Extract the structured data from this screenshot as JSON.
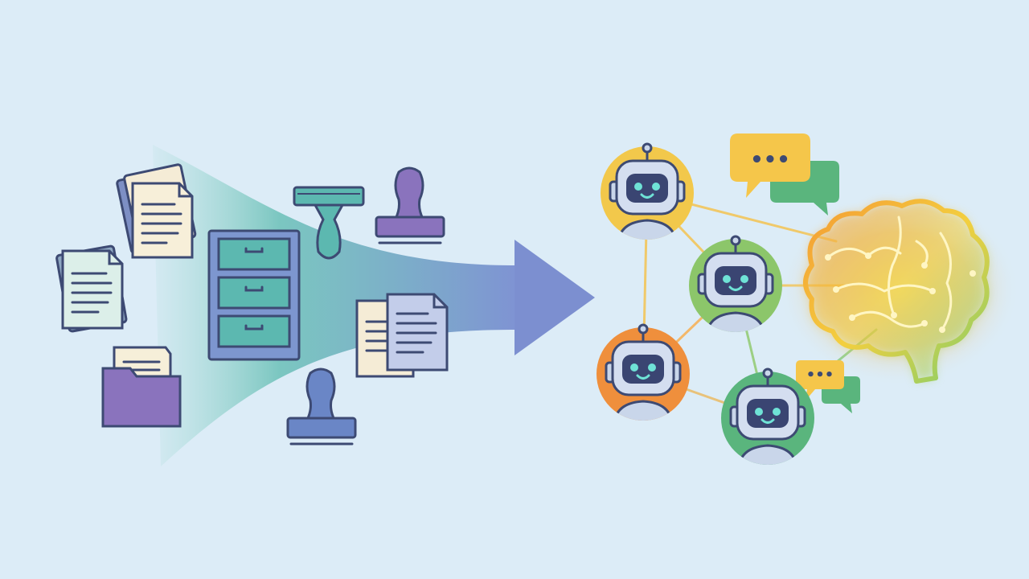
{
  "diagram": {
    "left_group": {
      "items": [
        "document-stack",
        "document-stack",
        "folder",
        "filing-cabinet",
        "stamp",
        "stamp",
        "stamp",
        "document-pair"
      ]
    },
    "arrow": {
      "direction": "right"
    },
    "agents": {
      "count": 4,
      "colors": [
        "#f2c84b",
        "#8cc66a",
        "#ef8f3c",
        "#5ab57d"
      ]
    },
    "chat_bubbles": {
      "count": 2,
      "text": "•••"
    },
    "brain": {
      "glow_colors": [
        "#f5a236",
        "#f2d24b",
        "#7fd06a"
      ]
    },
    "colors": {
      "background": "#dcecf7",
      "teal": "#5cb8b0",
      "blue": "#6a86c6",
      "purple": "#8a73bd",
      "ink": "#3d4a73"
    }
  }
}
